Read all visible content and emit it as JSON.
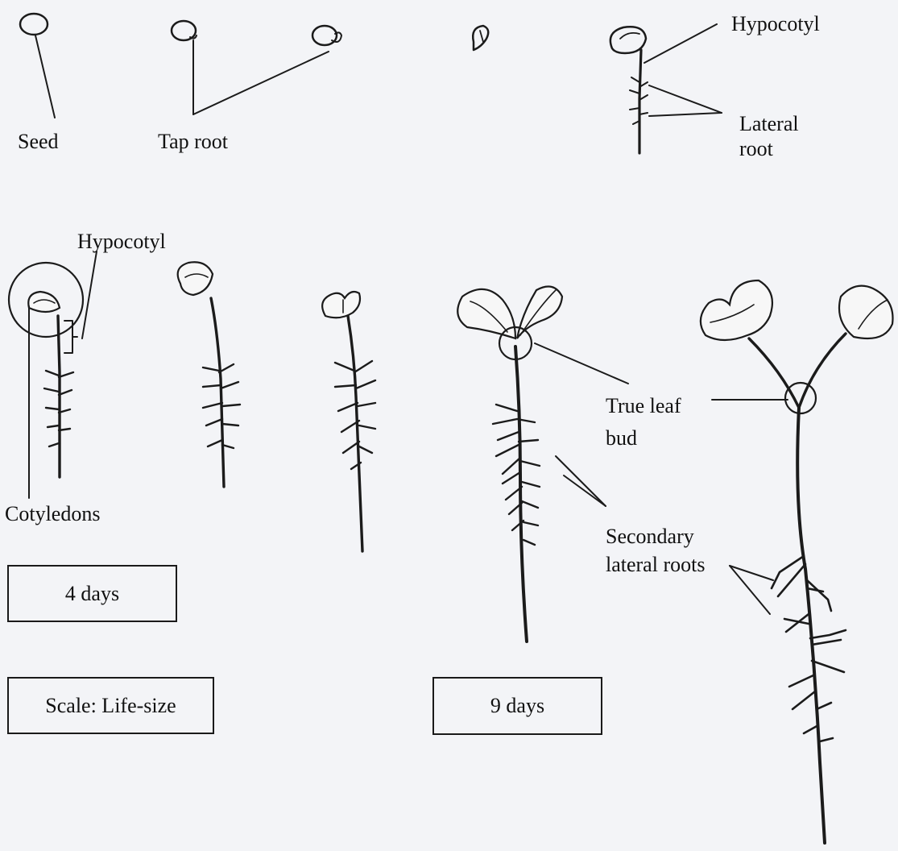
{
  "labels": {
    "seed": "Seed",
    "tap_root": "Tap root",
    "hypocotyl_top": "Hypocotyl",
    "lateral_root": "Lateral\nroot",
    "hypocotyl_left": "Hypocotyl",
    "cotyledons": "Cotyledons",
    "true_leaf_bud": "True leaf\nbud",
    "secondary_lateral_roots": "Secondary\nlateral roots"
  },
  "boxes": {
    "days_4": "4 days",
    "scale": "Scale: Life-size",
    "days_9": "9 days"
  },
  "colors": {
    "ink": "#1b1b1b",
    "paper": "#f3f4f7"
  }
}
